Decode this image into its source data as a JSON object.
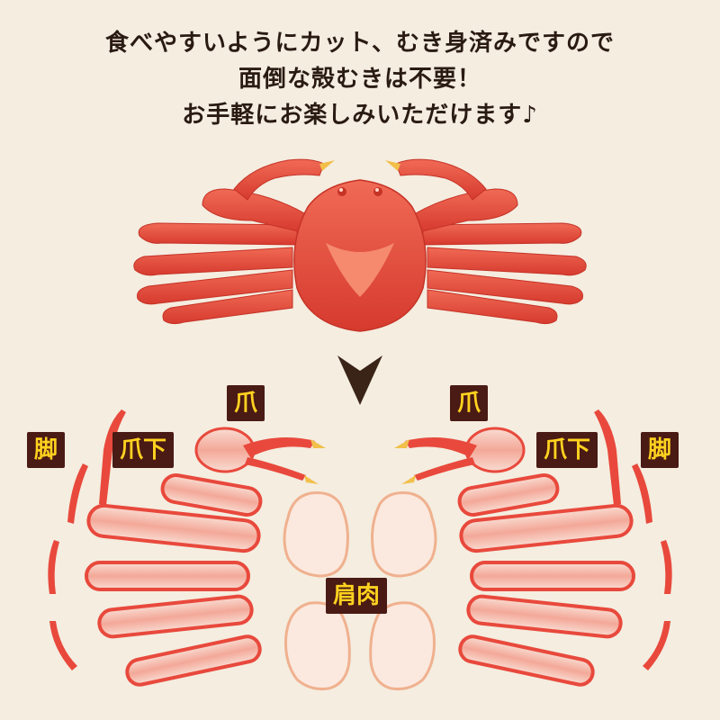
{
  "headline": {
    "line1": "食べやすいようにカット、むき身済みですので",
    "line2": "面倒な殻むきは不要！",
    "line3": "お手軽にお楽しみいただけます♪"
  },
  "labels": {
    "kyaku": "脚",
    "tsume": "爪",
    "tsumeshita": "爪下",
    "kataniku": "肩肉"
  },
  "colors": {
    "background": "#f4ede0",
    "shell": "#e8493c",
    "meat": "#f6c9bc",
    "label_bg": "#4a1a14",
    "label_text": "#ffd21f",
    "arrow": "#3a2418"
  }
}
